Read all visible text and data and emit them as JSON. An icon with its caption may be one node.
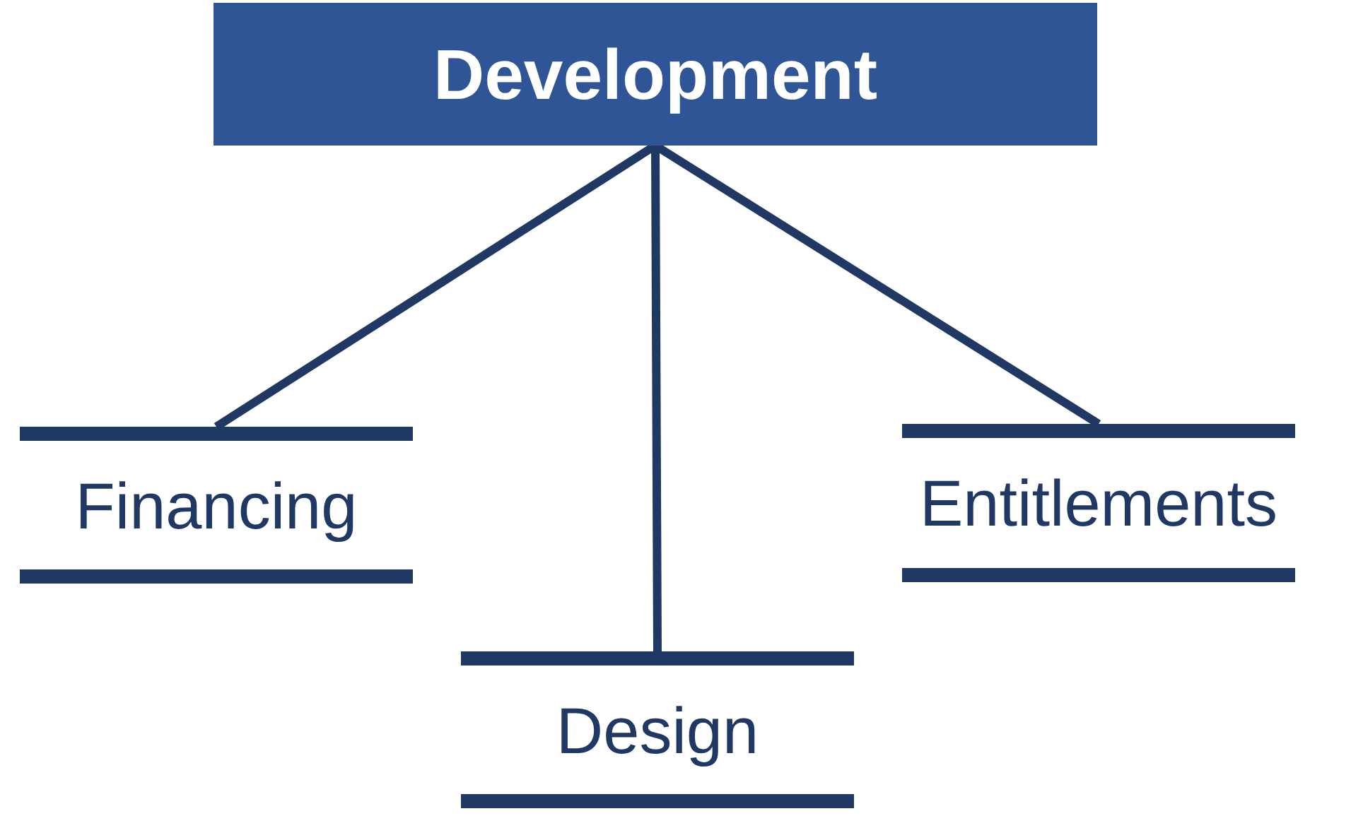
{
  "diagram": {
    "nodes": [
      {
        "text": [
          "Development"
        ]
      },
      {
        "text": [
          "Financing"
        ]
      },
      {
        "text": [
          "Design"
        ]
      },
      {
        "text": [
          "Entitlements"
        ]
      }
    ],
    "edges": [
      {
        "from": 0,
        "to": 1,
        "arrow": "none"
      },
      {
        "from": 0,
        "to": 2,
        "arrow": "none"
      },
      {
        "from": 0,
        "to": 3,
        "arrow": "none"
      }
    ]
  }
}
